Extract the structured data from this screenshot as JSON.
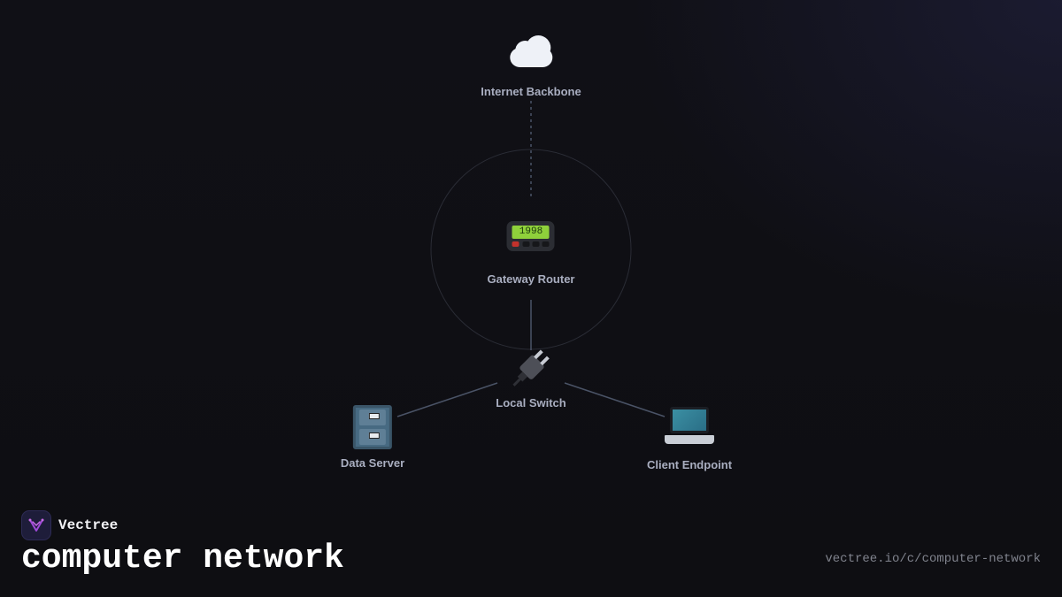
{
  "diagram": {
    "nodes": [
      {
        "id": "internet-backbone",
        "label": "Internet Backbone",
        "icon": "cloud-icon"
      },
      {
        "id": "gateway-router",
        "label": "Gateway Router",
        "icon": "pager-router-icon",
        "display": "1998"
      },
      {
        "id": "local-switch",
        "label": "Local Switch",
        "icon": "electric-plug-icon"
      },
      {
        "id": "data-server",
        "label": "Data Server",
        "icon": "file-cabinet-icon"
      },
      {
        "id": "client-endpoint",
        "label": "Client Endpoint",
        "icon": "laptop-icon"
      }
    ],
    "edges": [
      {
        "from": "internet-backbone",
        "to": "gateway-router",
        "style": "dashed"
      },
      {
        "from": "gateway-router",
        "to": "local-switch",
        "style": "solid"
      },
      {
        "from": "local-switch",
        "to": "data-server",
        "style": "solid"
      },
      {
        "from": "local-switch",
        "to": "client-endpoint",
        "style": "solid"
      }
    ]
  },
  "footer": {
    "brand": "Vectree",
    "title": "computer network",
    "url": "vectree.io/c/computer-network"
  },
  "colors": {
    "background": "#0f0f13",
    "edge": "#4a5366",
    "label": "#a9aec0",
    "logo_accent": "#a04ad8"
  }
}
